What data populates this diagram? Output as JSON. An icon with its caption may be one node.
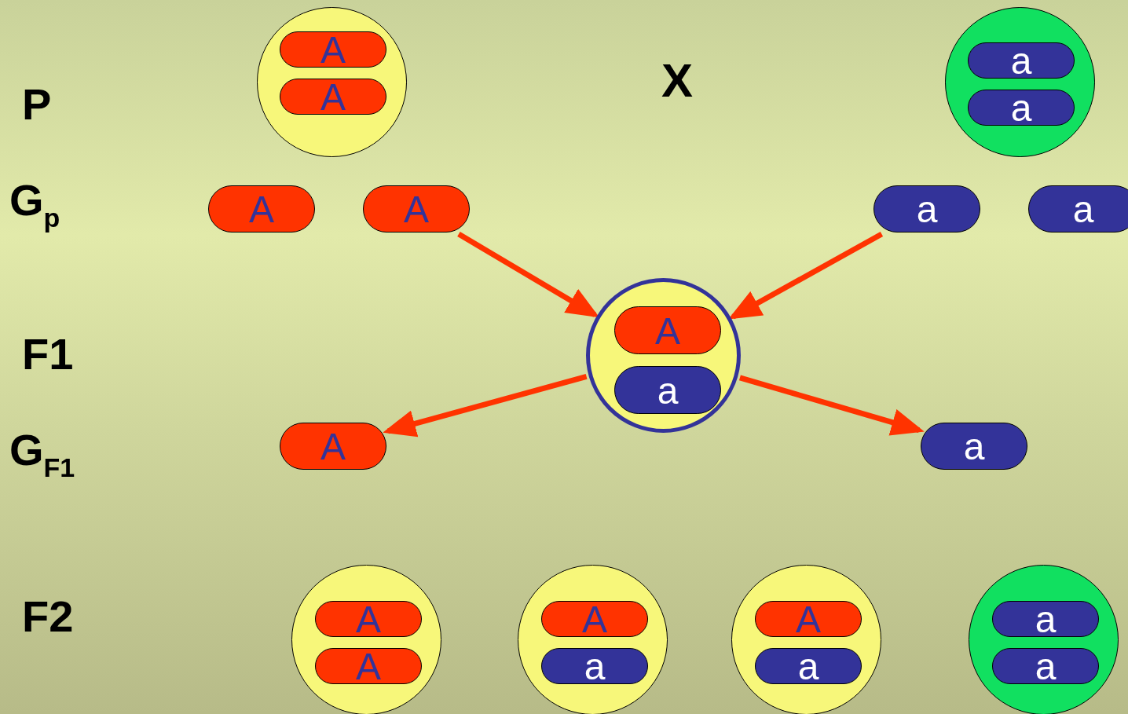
{
  "diagram": {
    "nodes": [
      {
        "text": [],
        "shape": "circle"
      },
      {
        "text": [
          "A"
        ],
        "in": 0
      },
      {
        "text": [
          "A"
        ],
        "in": 0
      },
      {
        "text": [],
        "shape": "circle"
      },
      {
        "text": [
          "a"
        ],
        "in": 3
      },
      {
        "text": [
          "a"
        ],
        "in": 3
      },
      {
        "text": [
          "A"
        ]
      },
      {
        "text": [
          "A"
        ]
      },
      {
        "text": [
          "a"
        ]
      },
      {
        "text": [
          "a"
        ]
      },
      {
        "text": [],
        "shape": "circle"
      },
      {
        "text": [
          "A"
        ],
        "in": 10
      },
      {
        "text": [
          "a"
        ],
        "in": 10
      },
      {
        "text": [
          "A"
        ]
      },
      {
        "text": [
          "a"
        ]
      },
      {
        "text": [],
        "shape": "circle"
      },
      {
        "text": [
          "A"
        ],
        "in": 15
      },
      {
        "text": [
          "A"
        ],
        "in": 15
      },
      {
        "text": [],
        "shape": "circle"
      },
      {
        "text": [
          "A"
        ],
        "in": 18
      },
      {
        "text": [
          "a"
        ],
        "in": 18
      },
      {
        "text": [],
        "shape": "circle"
      },
      {
        "text": [
          "A"
        ],
        "in": 21
      },
      {
        "text": [
          "a"
        ],
        "in": 21
      },
      {
        "text": [],
        "shape": "circle"
      },
      {
        "text": [
          "a"
        ],
        "in": 24
      },
      {
        "text": [
          "a"
        ],
        "in": 24
      }
    ],
    "edges": [
      {
        "from": 7,
        "to": 10,
        "arrow": "to"
      },
      {
        "from": 8,
        "to": 10,
        "arrow": "to"
      },
      {
        "from": 10,
        "to": 13,
        "arrow": "to"
      },
      {
        "from": 10,
        "to": 14,
        "arrow": "to"
      }
    ],
    "labels": [
      "P",
      "X",
      "G$_{p}$",
      "F1",
      "G$_{F1}$",
      "F2"
    ]
  }
}
